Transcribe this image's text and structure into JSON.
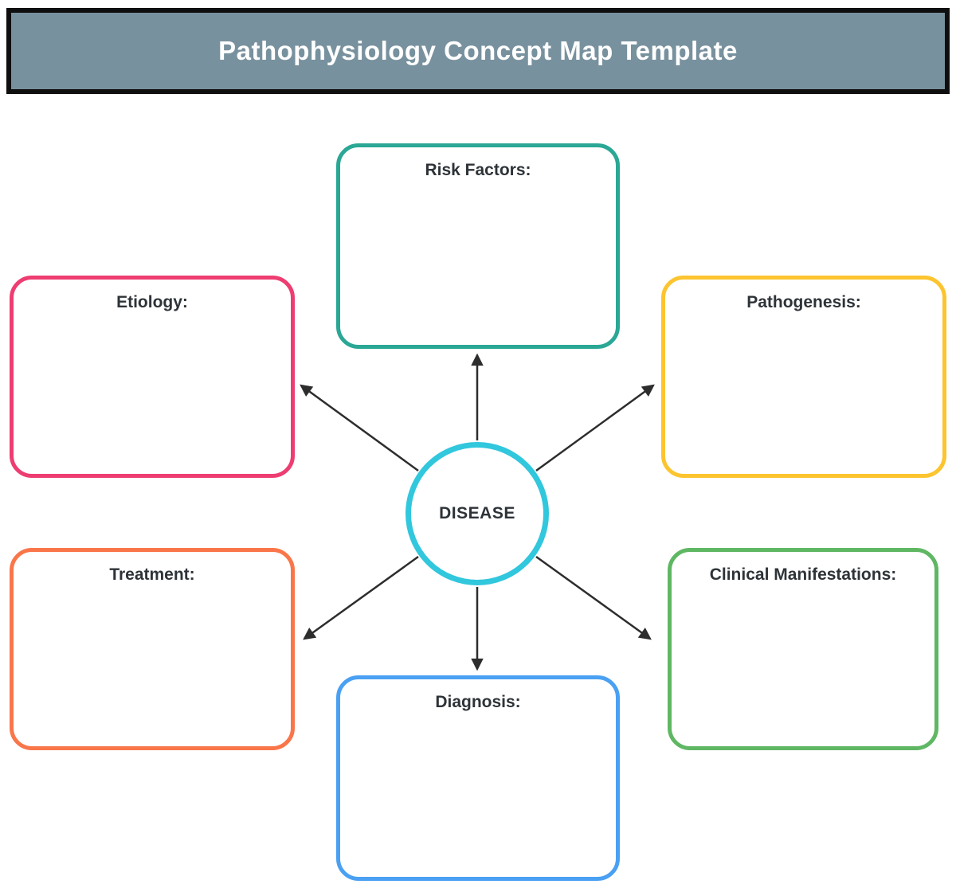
{
  "title": {
    "text": "Pathophysiology Concept Map Template",
    "bg_color": "#78919e",
    "border_color": "#0f0f0f",
    "text_color": "#ffffff"
  },
  "center": {
    "label": "DISEASE",
    "border_color": "#31c7dd"
  },
  "boxes": [
    {
      "id": "risk-factors",
      "label": "Risk Factors:",
      "border_color": "#2aa795"
    },
    {
      "id": "etiology",
      "label": "Etiology:",
      "border_color": "#ee3d71"
    },
    {
      "id": "pathogenesis",
      "label": "Pathogenesis:",
      "border_color": "#fcc42f"
    },
    {
      "id": "treatment",
      "label": "Treatment:",
      "border_color": "#f9764a"
    },
    {
      "id": "clinical-manifestations",
      "label": "Clinical Manifestations:",
      "border_color": "#5fb763"
    },
    {
      "id": "diagnosis",
      "label": "Diagnosis:",
      "border_color": "#4aa0f2"
    }
  ],
  "arrows": {
    "color": "#2d2d2d",
    "from": "DISEASE",
    "targets": [
      "Risk Factors:",
      "Etiology:",
      "Pathogenesis:",
      "Treatment:",
      "Clinical Manifestations:",
      "Diagnosis:"
    ]
  }
}
